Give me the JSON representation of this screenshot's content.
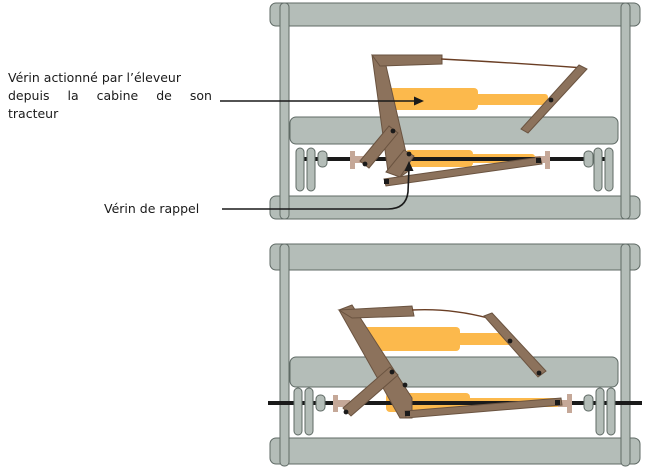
{
  "callouts": {
    "main_cylinder": {
      "line1": "Vérin actionné par l’éleveur",
      "line2_words": [
        "depuis",
        "la",
        "cabine",
        "de",
        "son"
      ],
      "line3": "tracteur"
    },
    "return_cylinder": "Vérin de rappel"
  },
  "colors": {
    "frame_fill": "#b4bdb8",
    "frame_stroke": "#5f6a65",
    "cylinder": "#fcb94c",
    "linkage": "#8c725c",
    "linkage_dark": "#6a5340",
    "shaft": "#1a1a1a"
  }
}
